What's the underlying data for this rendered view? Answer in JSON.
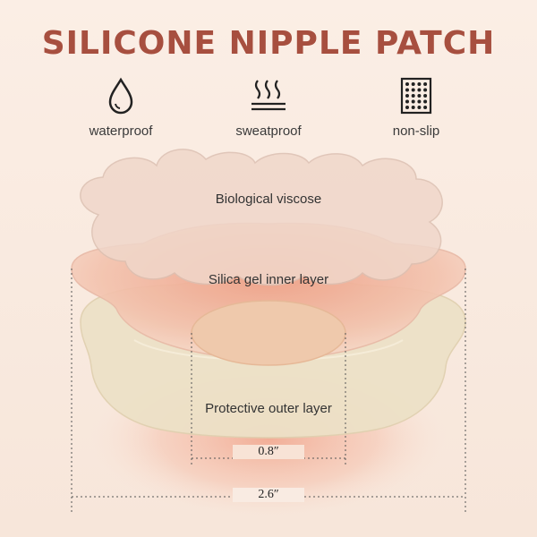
{
  "title": "SILICONE NIPPLE PATCH",
  "features": [
    {
      "icon": "water-drop-icon",
      "label": "waterproof"
    },
    {
      "icon": "steam-icon",
      "label": "sweatproof"
    },
    {
      "icon": "dot-grid-icon",
      "label": "non-slip"
    }
  ],
  "layers": {
    "top": "Biological viscose",
    "middle": "Silica gel inner layer",
    "bottom": "Protective outer layer"
  },
  "dimensions": {
    "inner": "0.8″",
    "outer": "2.6″"
  },
  "colors": {
    "title": "#a74f3f",
    "background": "#f9e9de"
  }
}
